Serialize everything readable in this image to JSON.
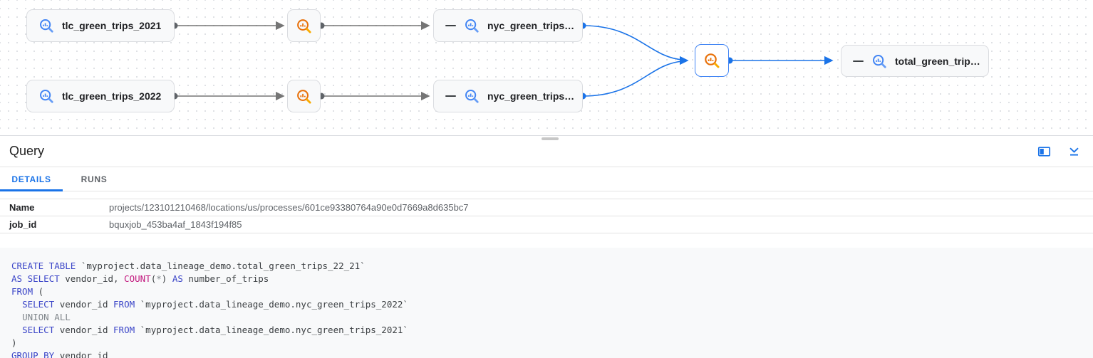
{
  "lineage_graph": {
    "nodes": [
      {
        "name": "tlc_green_trips_2021",
        "kind": "table"
      },
      {
        "name": "tlc_green_trips_2022",
        "kind": "table"
      },
      {
        "name": "",
        "kind": "process"
      },
      {
        "name": "",
        "kind": "process"
      },
      {
        "name": "nyc_green_trips…",
        "kind": "table",
        "collapse_toggle": true
      },
      {
        "name": "nyc_green_trips…",
        "kind": "table",
        "collapse_toggle": true
      },
      {
        "name": "",
        "kind": "process",
        "selected": true
      },
      {
        "name": "total_green_trip…",
        "kind": "table",
        "collapse_toggle": true
      }
    ]
  },
  "panel": {
    "title": "Query",
    "icons": [
      "open-in-side-panel",
      "collapse-panel"
    ],
    "tabs": [
      {
        "label": "DETAILS",
        "active": true
      },
      {
        "label": "RUNS",
        "active": false
      }
    ],
    "details": [
      {
        "label": "Name",
        "value": "projects/123101210468/locations/us/processes/601ce93380764a90e0d7669a8d635bc7"
      },
      {
        "label": "job_id",
        "value": "bquxjob_453ba4af_1843f194f85"
      }
    ]
  },
  "sql": {
    "lines": [
      [
        {
          "t": "CREATE TABLE",
          "c": "kw"
        },
        {
          "t": " `myproject.data_lineage_demo.total_green_trips_22_21`",
          "c": "pl"
        }
      ],
      [
        {
          "t": "AS SELECT",
          "c": "kw"
        },
        {
          "t": " vendor_id, ",
          "c": "pl"
        },
        {
          "t": "COUNT",
          "c": "fn"
        },
        {
          "t": "(",
          "c": "pl"
        },
        {
          "t": "*",
          "c": "op"
        },
        {
          "t": ") ",
          "c": "pl"
        },
        {
          "t": "AS",
          "c": "kw"
        },
        {
          "t": " number_of_trips",
          "c": "pl"
        }
      ],
      [
        {
          "t": "FROM",
          "c": "kw"
        },
        {
          "t": " (",
          "c": "pl"
        }
      ],
      [
        {
          "t": "  ",
          "c": "pl"
        },
        {
          "t": "SELECT",
          "c": "kw"
        },
        {
          "t": " vendor_id ",
          "c": "pl"
        },
        {
          "t": "FROM",
          "c": "kw"
        },
        {
          "t": " `myproject.data_lineage_demo.nyc_green_trips_2022`",
          "c": "pl"
        }
      ],
      [
        {
          "t": "  ",
          "c": "pl"
        },
        {
          "t": "UNION ALL",
          "c": "cm"
        }
      ],
      [
        {
          "t": "  ",
          "c": "pl"
        },
        {
          "t": "SELECT",
          "c": "kw"
        },
        {
          "t": " vendor_id ",
          "c": "pl"
        },
        {
          "t": "FROM",
          "c": "kw"
        },
        {
          "t": " `myproject.data_lineage_demo.nyc_green_trips_2021`",
          "c": "pl"
        }
      ],
      [
        {
          "t": ")",
          "c": "pl"
        }
      ],
      [
        {
          "t": "GROUP BY",
          "c": "kw"
        },
        {
          "t": " vendor_id",
          "c": "pl"
        }
      ]
    ]
  },
  "colors": {
    "accent_blue": "#1a73e8",
    "selected_border_blue": "#4285f4",
    "table_icon_blue": "#4285f4",
    "process_icon_orange": "#e8710a",
    "edge_gray": "#757575",
    "node_background": "#f8f9fa",
    "node_border": "#dadce0",
    "code_background": "#f8f9fa",
    "sql_keyword": "#3c46c8",
    "sql_function": "#c2187e",
    "sql_muted": "#80868b"
  }
}
